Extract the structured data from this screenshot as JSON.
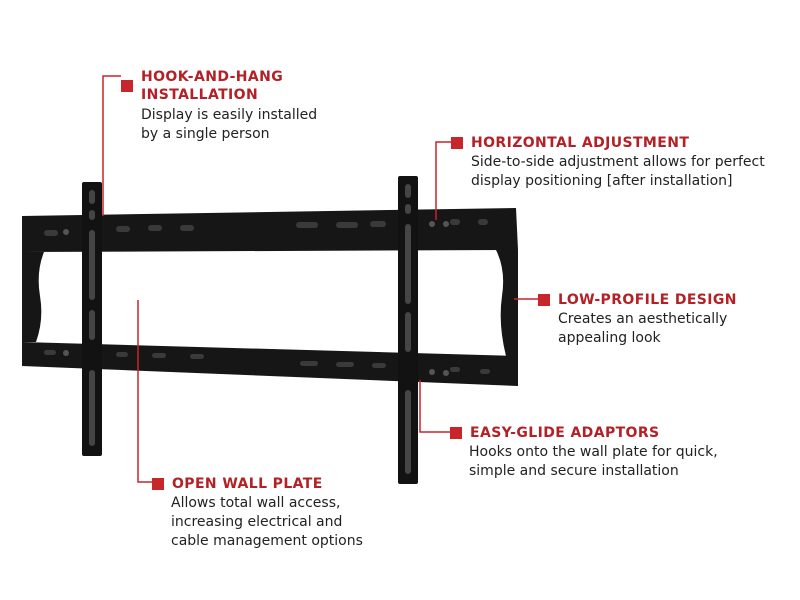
{
  "colors": {
    "accent": "#c6262c",
    "bracket": "#141414",
    "text": "#222222"
  },
  "callouts": {
    "hook_and_hang": {
      "title": "HOOK-AND-HANG\nINSTALLATION",
      "desc": "Display is easily installed\nby a single person"
    },
    "horizontal_adjustment": {
      "title": "HORIZONTAL ADJUSTMENT",
      "desc": "Side-to-side adjustment allows for perfect\ndisplay positioning [after installation]"
    },
    "low_profile": {
      "title": "LOW-PROFILE DESIGN",
      "desc": "Creates an aesthetically\nappealing look"
    },
    "easy_glide": {
      "title": "EASY-GLIDE ADAPTORS",
      "desc": "Hooks onto the wall plate for quick,\nsimple and secure installation"
    },
    "open_wall_plate": {
      "title": "OPEN WALL PLATE",
      "desc": "Allows total wall access,\nincreasing electrical and\ncable management options"
    }
  }
}
